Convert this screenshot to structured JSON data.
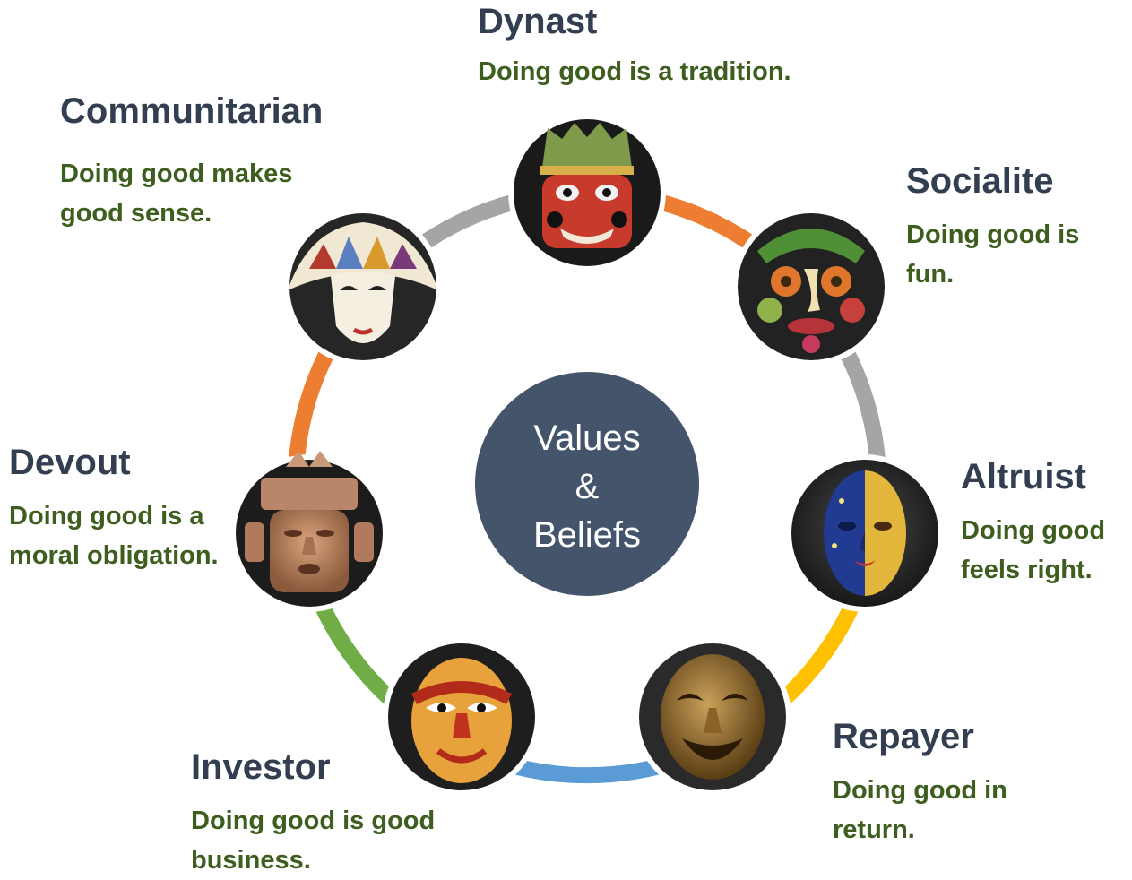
{
  "center": {
    "line1": "Values",
    "line2": "&",
    "line3": "Beliefs",
    "fill": "#44546a"
  },
  "personas": [
    {
      "id": "dynast",
      "name": "Dynast",
      "desc": "Doing good is a tradition.",
      "mask": "red-feather-crown-mask"
    },
    {
      "id": "socialite",
      "name": "Socialite",
      "desc": "Doing good is fun.",
      "mask": "vegetable-face-mask"
    },
    {
      "id": "altruist",
      "name": "Altruist",
      "desc": "Doing good feels right.",
      "mask": "sun-moon-mask"
    },
    {
      "id": "repayer",
      "name": "Repayer",
      "desc": "Doing good in return.",
      "mask": "laughing-bronze-mask"
    },
    {
      "id": "investor",
      "name": "Investor",
      "desc": "Doing good is good business.",
      "mask": "red-tribal-mask"
    },
    {
      "id": "devout",
      "name": "Devout",
      "desc": "Doing good is a moral obligation.",
      "mask": "clay-mayan-mask"
    },
    {
      "id": "communitarian",
      "name": "Communitarian",
      "desc": "Doing good makes good sense.",
      "mask": "harlequin-jester-mask"
    }
  ],
  "ring_colors": [
    "#ed7d31",
    "#a5a5a5",
    "#ffc000",
    "#5b9bd5",
    "#70ad47",
    "#ed7d31",
    "#a5a5a5"
  ],
  "colors": {
    "name": "#333f50",
    "desc": "#3d5e1e"
  }
}
